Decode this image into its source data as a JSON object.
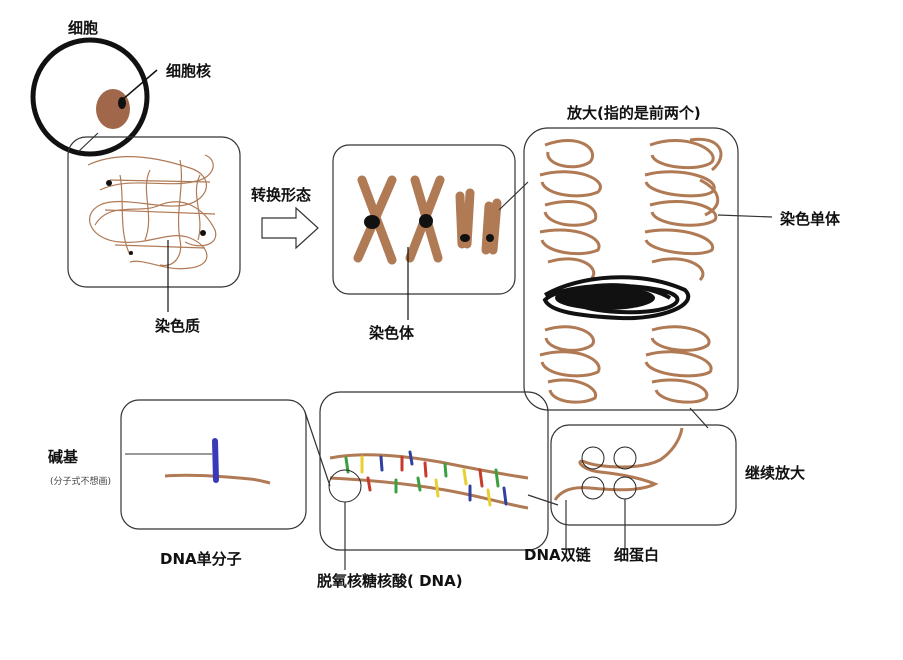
{
  "labels": {
    "cell": "细胞",
    "nucleus": "细胞核",
    "chromatin": "染色质",
    "transform": "转换形态",
    "chromosome": "染色体",
    "magnify": "放大(指的是前两个)",
    "chromatid": "染色单体",
    "base": "碱基",
    "base_note": "(分子式不想画)",
    "dna_single": "DNA单分子",
    "dna_full": "脱氧核糖核酸( DNA)",
    "dna_double": "DNA双链",
    "protein": "细蛋白",
    "continue_magnify": "继续放大"
  },
  "colors": {
    "chromatin": "#b07a55",
    "nucleus": "#a0674a",
    "outline": "#111111",
    "panel_border": "#333333",
    "base_blue": "#3a3ab8",
    "base_red": "#c83a2a",
    "base_green": "#3aa040",
    "base_yellow": "#e8d030",
    "base_navy": "#3040a0"
  }
}
